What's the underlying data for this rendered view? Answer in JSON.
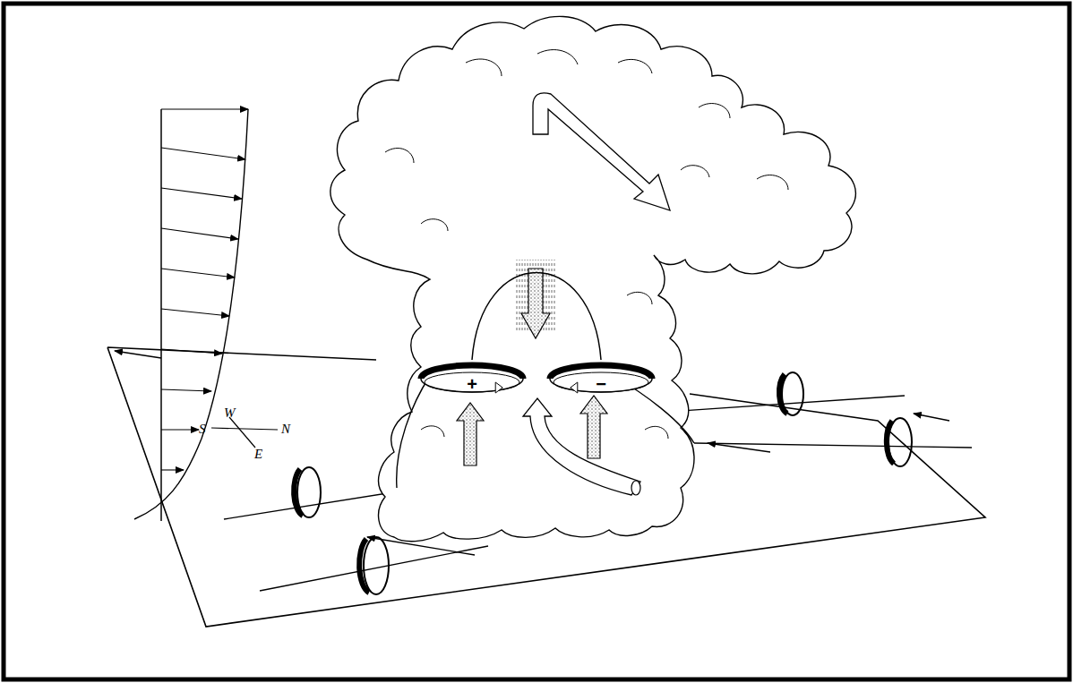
{
  "diagram": {
    "nodes": [
      {
        "text": [
          "+"
        ]
      },
      {
        "text": [
          "−"
        ]
      }
    ],
    "edges": [
      {
        "from": 0,
        "to": 1,
        "arrow": "none"
      }
    ],
    "labels": [
      "W",
      "S",
      "N",
      "E"
    ]
  }
}
